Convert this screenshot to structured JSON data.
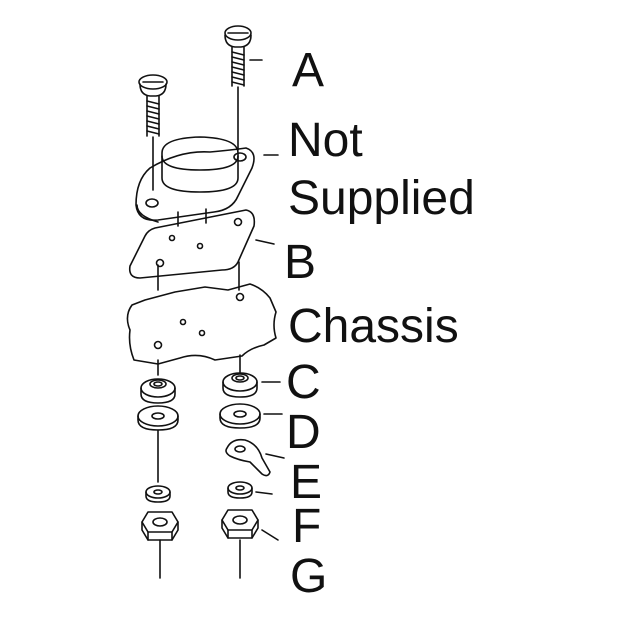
{
  "labels": {
    "a": "A",
    "not": "Not",
    "supplied": "Supplied",
    "b": "B",
    "chassis": "Chassis",
    "c": "C",
    "d": "D",
    "e": "E",
    "f": "F",
    "g": "G"
  },
  "colors": {
    "ink": "#111111",
    "background": "#ffffff",
    "shade": "#e6e6e6"
  }
}
